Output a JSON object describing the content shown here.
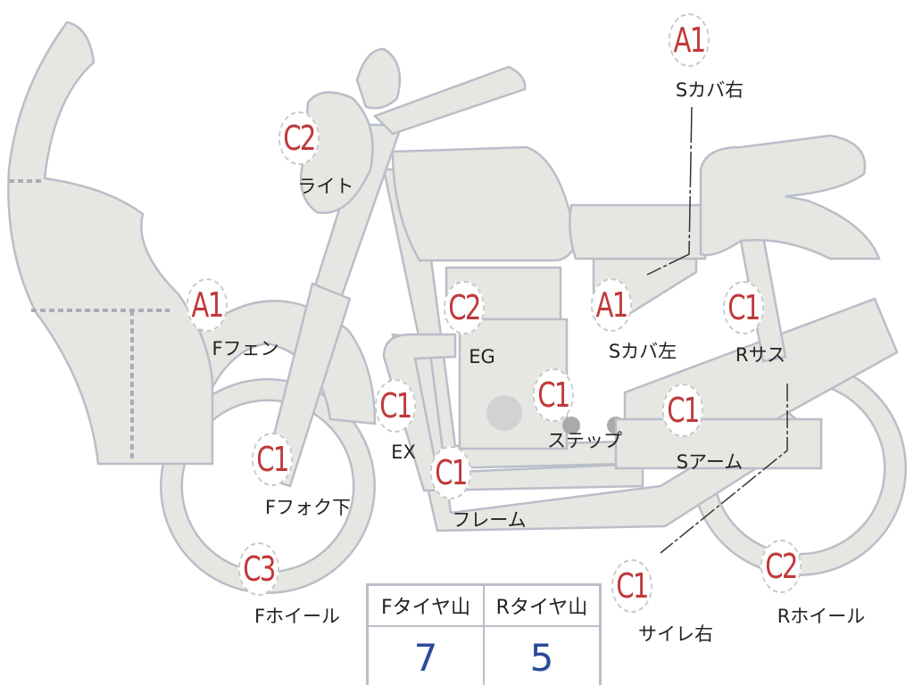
{
  "markers": [
    {
      "grade": "A1",
      "label": "Sカバ右"
    },
    {
      "grade": "C2",
      "label": "ライト"
    },
    {
      "grade": "A1",
      "label": "Fフェン"
    },
    {
      "grade": "C2",
      "label": "EG"
    },
    {
      "grade": "A1",
      "label": "Sカバ左"
    },
    {
      "grade": "C1",
      "label": "Rサス"
    },
    {
      "grade": "C1",
      "label": "EX"
    },
    {
      "grade": "C1",
      "label": "ステップ"
    },
    {
      "grade": "C1",
      "label": "Sアーム"
    },
    {
      "grade": "C1",
      "label": "Fフォク下"
    },
    {
      "grade": "C1",
      "label": "フレーム"
    },
    {
      "grade": "C3",
      "label": "Fホイール"
    },
    {
      "grade": "C1",
      "label": "サイレ右"
    },
    {
      "grade": "C2",
      "label": "Rホイール"
    }
  ],
  "tire_table": {
    "headers": [
      "Fタイヤ山",
      "Rタイヤ山"
    ],
    "values": [
      "7",
      "5"
    ]
  },
  "colors": {
    "grade": "#c0393b",
    "tire_value": "#2a4a9a",
    "part_fill": "#e6e6e2",
    "part_stroke": "#b9bec8"
  }
}
